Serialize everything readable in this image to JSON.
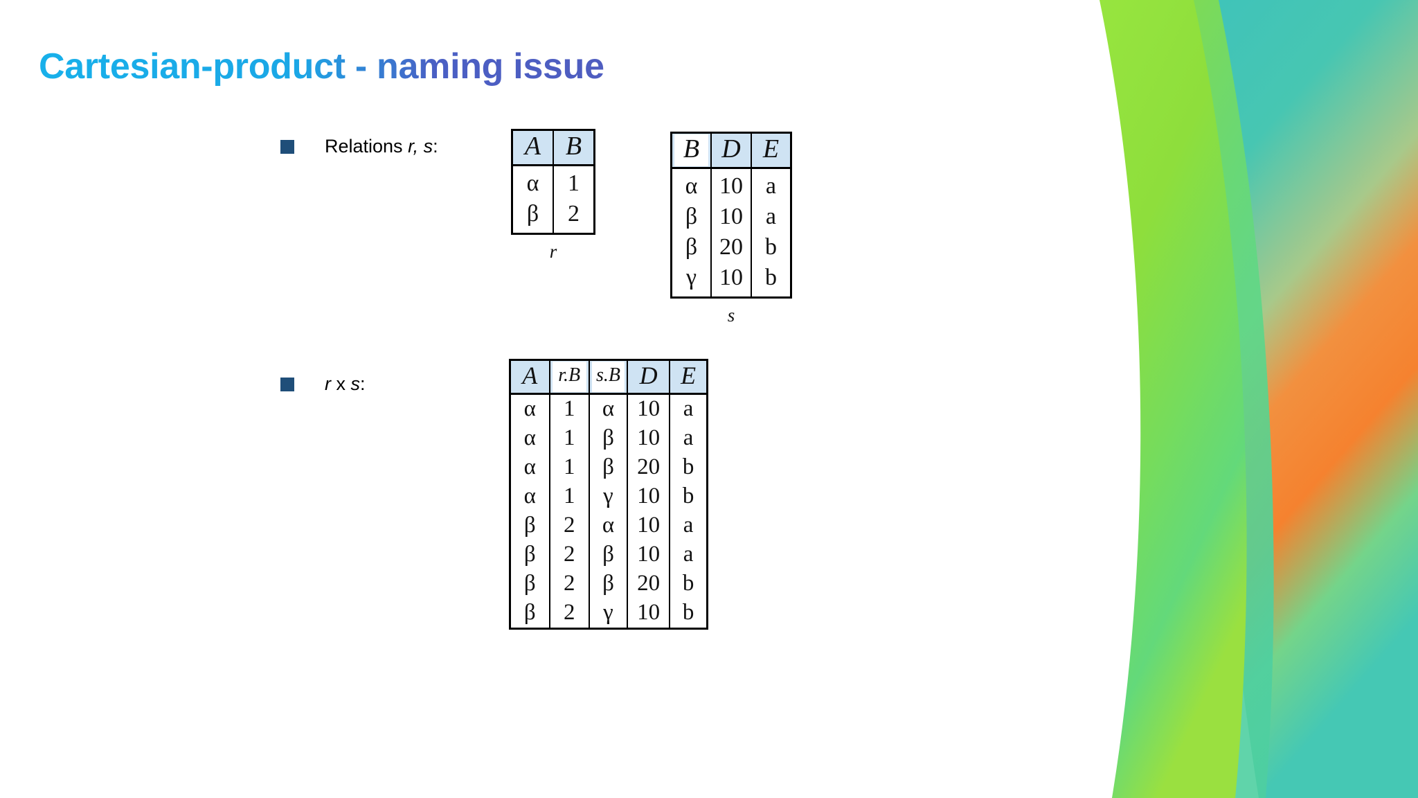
{
  "slide": {
    "title": "Cartesian-product - naming issue",
    "title_gradient_from": "#18b0ea",
    "title_gradient_to": "#4f5dc0",
    "bullet_color": "#1f4e79",
    "table_header_fill": "#cfe3f3"
  },
  "bullets": [
    {
      "id": "relations",
      "text_before": "Relations ",
      "text_italic": "r, s",
      "text_after": ":"
    },
    {
      "id": "rxs",
      "text_before": "",
      "text_italic": "r",
      "text_mid": " x ",
      "text_italic2": "s",
      "text_after": ":"
    }
  ],
  "tables": {
    "r": {
      "caption": "r",
      "headers": [
        "A",
        "B"
      ],
      "rows": [
        [
          "α",
          "1"
        ],
        [
          "β",
          "2"
        ]
      ]
    },
    "s": {
      "caption": "s",
      "headers": [
        "B",
        "D",
        "E"
      ],
      "rows": [
        [
          "α",
          "10",
          "a"
        ],
        [
          "β",
          "10",
          "a"
        ],
        [
          "β",
          "20",
          "b"
        ],
        [
          "γ",
          "10",
          "b"
        ]
      ]
    },
    "rxs": {
      "caption": "",
      "headers": [
        "A",
        "r.B",
        "s.B",
        "D",
        "E"
      ],
      "rows": [
        [
          "α",
          "1",
          "α",
          "10",
          "a"
        ],
        [
          "α",
          "1",
          "β",
          "10",
          "a"
        ],
        [
          "α",
          "1",
          "β",
          "20",
          "b"
        ],
        [
          "α",
          "1",
          "γ",
          "10",
          "b"
        ],
        [
          "β",
          "2",
          "α",
          "10",
          "a"
        ],
        [
          "β",
          "2",
          "β",
          "10",
          "a"
        ],
        [
          "β",
          "2",
          "β",
          "20",
          "b"
        ],
        [
          "β",
          "2",
          "γ",
          "10",
          "b"
        ]
      ]
    }
  },
  "decoration": {
    "teal": "#43c6b6",
    "orange": "#f5873a",
    "green_bright": "#8ede3c",
    "green_mid": "#6ddc6a"
  }
}
